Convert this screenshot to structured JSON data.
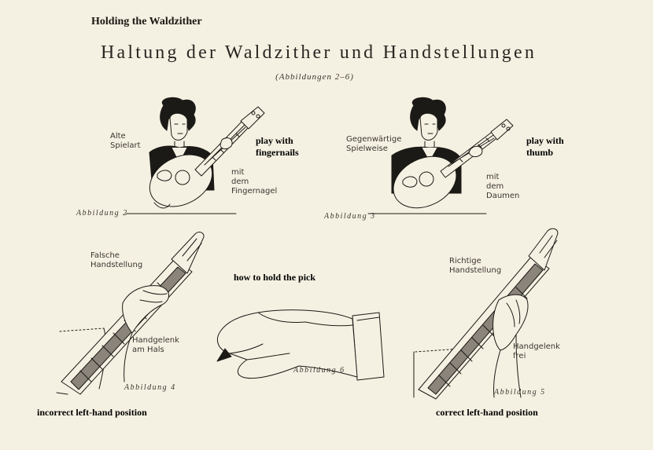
{
  "header": {
    "heading_en": "Holding the Waldzither",
    "title_de": "Haltung der Waldzither und Handstellungen",
    "subtitle_de": "(Abbildungen 2–6)"
  },
  "figure2": {
    "label_left": [
      "Alte",
      "Spielart"
    ],
    "label_right": [
      "mit",
      "dem",
      "Fingernagel"
    ],
    "annotation_en": [
      "play with",
      "fingernails"
    ],
    "caption": "Abbildung 2"
  },
  "figure3": {
    "label_left": [
      "Gegenwärtige",
      "Spielweise"
    ],
    "label_right": [
      "mit",
      "dem",
      "Daumen"
    ],
    "annotation_en": [
      "play with",
      "thumb"
    ],
    "caption": "Abbildung 3"
  },
  "figure4": {
    "label_top": [
      "Falsche",
      "Handstellung"
    ],
    "label_bottom": [
      "Handgelenk",
      "am Hals"
    ],
    "annotation_en": "incorrect left-hand position",
    "caption": "Abbildung 4"
  },
  "figure5": {
    "label_top": [
      "Richtige",
      "Handstellung"
    ],
    "label_bottom": [
      "Handgelenk",
      "frei"
    ],
    "annotation_en": "correct left-hand position",
    "caption": "Abbildung 5"
  },
  "figure6": {
    "annotation_en": "how to hold the pick",
    "caption": "Abbildung 6"
  },
  "colors": {
    "paper": "#f5f1e2",
    "ink": "#1c1a17"
  }
}
